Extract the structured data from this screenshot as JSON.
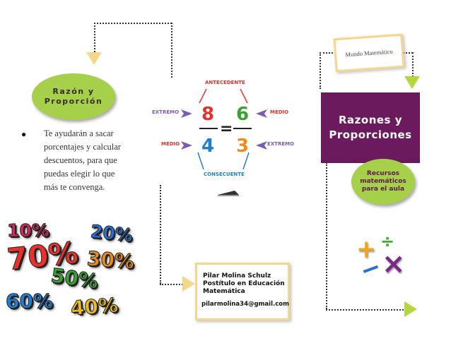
{
  "razon_oval": {
    "title_line1": "Razón y",
    "title_line2": "Proporción"
  },
  "bullet": {
    "lines": [
      "Te ayudarán a sacar",
      "porcentajes y calcular",
      "descuentos, para que",
      "puedas elegir lo que",
      "más te convenga."
    ]
  },
  "ratio_diagram": {
    "antecedente": "ANTECEDENTE",
    "consecuente": "CONSECUENTE",
    "extremo_left": "EXTREMO",
    "medio_left": "MEDIO",
    "medio_right": "MEDIO",
    "extremo_right": "EXTREMO",
    "n_top_left": "8",
    "n_top_right": "6",
    "n_bottom_left": "4",
    "n_bottom_right": "3",
    "equals": "=",
    "colors": {
      "red": "#e8312c",
      "green": "#3aa235",
      "blue": "#1f7fd3",
      "orange": "#f08c1e",
      "purple": "#7c5ab8"
    }
  },
  "mundo": {
    "label": "Mundo Matemático"
  },
  "title_box": {
    "line1": "Razones y",
    "line2": "Proporciones",
    "color": "#6c1a5e"
  },
  "recursos_oval": {
    "line1": "Recursos",
    "line2": "matemáticos",
    "line3": "para el aula"
  },
  "author": {
    "name": "Pilar Molina Schulz",
    "line2": "Postítulo en Educación",
    "line3": "Matemática",
    "email": "pilarmolina34@gmail.com"
  },
  "percentages": {
    "p10": "10%",
    "p20": "20%",
    "p70": "70%",
    "p30": "30%",
    "p50": "50%",
    "p60": "60%",
    "p40": "40%"
  },
  "math_symbols": {
    "plus": "+",
    "divide": "÷",
    "minus": "−",
    "times": "×"
  }
}
